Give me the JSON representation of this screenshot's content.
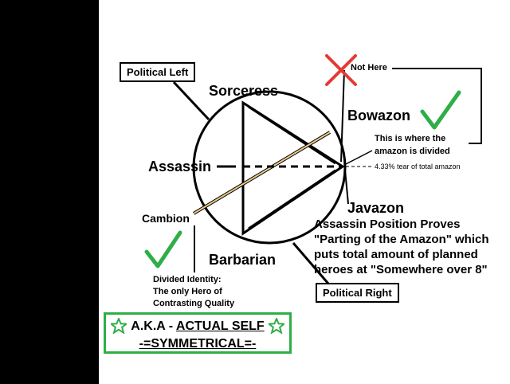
{
  "labels": {
    "political_left": "Political Left",
    "political_right": "Political Right",
    "sorceress": "Sorceress",
    "bowazon": "Bowazon",
    "assassin": "Assassin",
    "javazon": "Javazon",
    "cambion": "Cambion",
    "barbarian": "Barbarian",
    "not_here": "Not Here",
    "tear_note": "4.33% tear of total amazon"
  },
  "notes": {
    "amazon_divided": [
      "This is where the",
      "amazon is divided"
    ],
    "assassin_position": [
      "Assassin Position Proves",
      "\"Parting of the Amazon\" which",
      "puts total amount of planned",
      "heroes at \"Somewhere over 8\""
    ],
    "divided_identity": [
      "Divided Identity:",
      "The only Hero of",
      "Contrasting Quality"
    ]
  },
  "aka": {
    "prefix": "A.K.A - ",
    "actual_self": "ACTUAL SELF",
    "symmetrical": "-=SYMMETRICAL=-"
  },
  "colors": {
    "check": "#2fae48",
    "cross": "#e53935",
    "chord": "#e8c98a",
    "frame": "#2fae48"
  },
  "icons": [
    "check-icon",
    "cross-icon",
    "star-icon"
  ]
}
